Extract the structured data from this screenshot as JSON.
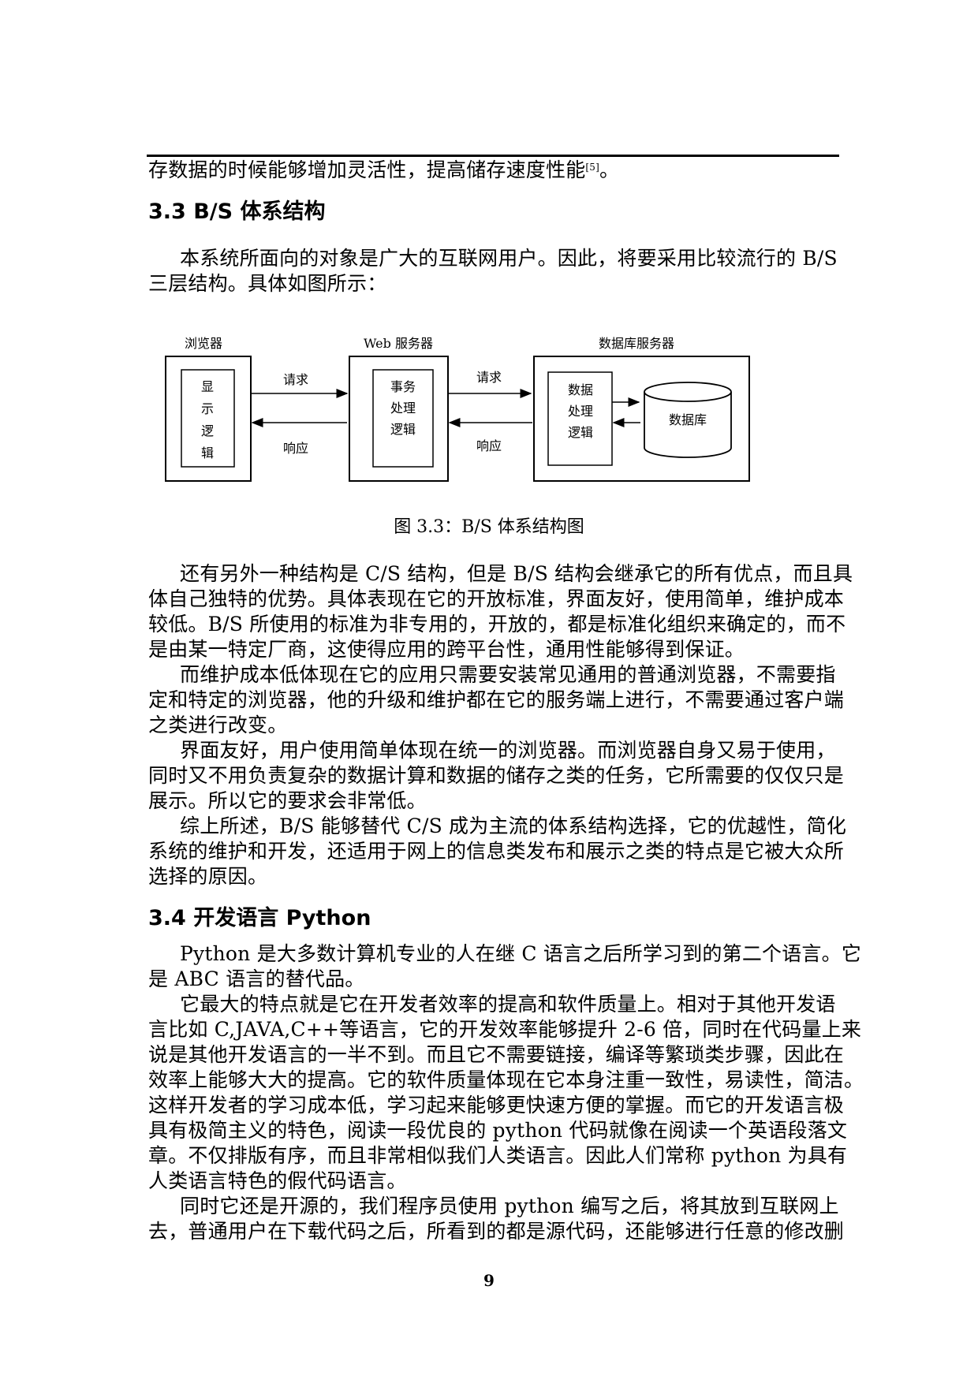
{
  "top_fragment": {
    "text": "存数据的时候能够增加灵活性，提高储存速度性能",
    "citation": "[5]",
    "end": "。"
  },
  "section_3_3": {
    "heading": "3.3 B/S 体系结构",
    "intro_lines": [
      "本系统所面向的对象是广大的互联网用户。因此，将要采用比较流行的 B/S",
      "三层结构。具体如图所示："
    ],
    "figure": {
      "labels": {
        "browser": "浏览器",
        "web_server": "Web 服务器",
        "db_server": "数据库服务器"
      },
      "browser_inner": [
        "显",
        "示",
        "逻",
        "辑"
      ],
      "web_inner": [
        "事务",
        "处理",
        "逻辑"
      ],
      "db_inner": [
        "数据",
        "处理",
        "逻辑"
      ],
      "database": "数据库",
      "request": "请求",
      "response": "响应",
      "caption": "图 3.3：B/S 体系结构图"
    },
    "paragraphs": [
      [
        "还有另外一种结构是 C/S 结构，但是 B/S 结构会继承它的所有优点，而且具",
        "体自己独特的优势。具体表现在它的开放标准，界面友好，使用简单，维护成本",
        "较低。B/S 所使用的标准为非专用的，开放的，都是标准化组织来确定的，而不",
        "是由某一特定厂商，这使得应用的跨平台性，通用性能够得到保证。"
      ],
      [
        "而维护成本低体现在它的应用只需要安装常见通用的普通浏览器，不需要指",
        "定和特定的浏览器，他的升级和维护都在它的服务端上进行，不需要通过客户端",
        "之类进行改变。"
      ],
      [
        "界面友好，用户使用简单体现在统一的浏览器。而浏览器自身又易于使用，",
        "同时又不用负责复杂的数据计算和数据的储存之类的任务，它所需要的仅仅只是",
        "展示。所以它的要求会非常低。"
      ],
      [
        "综上所述，B/S 能够替代 C/S 成为主流的体系结构选择，它的优越性，简化",
        "系统的维护和开发，还适用于网上的信息类发布和展示之类的特点是它被大众所",
        "选择的原因。"
      ]
    ]
  },
  "section_3_4": {
    "heading": "3.4 开发语言 Python",
    "paragraphs": [
      [
        "Python 是大多数计算机专业的人在继 C 语言之后所学习到的第二个语言。它",
        "是 ABC 语言的替代品。"
      ],
      [
        "它最大的特点就是它在开发者效率的提高和软件质量上。相对于其他开发语",
        "言比如 C,JAVA,C++等语言，它的开发效率能够提升 2-6 倍，同时在代码量上来",
        "说是其他开发语言的一半不到。而且它不需要链接，编译等繁琐类步骤，因此在",
        "效率上能够大大的提高。它的软件质量体现在它本身注重一致性，易读性，简洁。",
        "这样开发者的学习成本低，学习起来能够更快速方便的掌握。而它的开发语言极",
        "具有极简主义的特色，阅读一段优良的 python 代码就像在阅读一个英语段落文",
        "章。不仅排版有序，而且非常相似我们人类语言。因此人们常称 python 为具有",
        "人类语言特色的假代码语言。"
      ],
      [
        "同时它还是开源的，我们程序员使用 python 编写之后，将其放到互联网上",
        "去，普通用户在下载代码之后，所看到的都是源代码，还能够进行任意的修改删"
      ]
    ]
  },
  "page_number": "9"
}
